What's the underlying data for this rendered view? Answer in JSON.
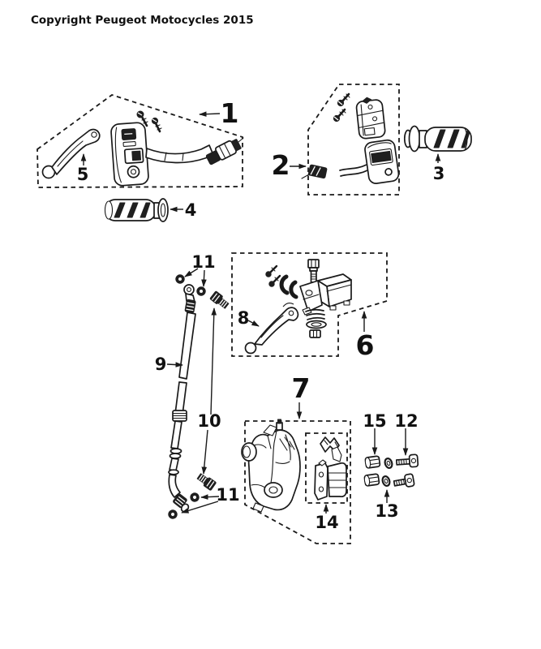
{
  "header": {
    "copyright": "Copyright Peugeot Motocycles 2015"
  },
  "colors": {
    "background": "#ffffff",
    "line": "#1a1a1a",
    "text": "#111111"
  },
  "callouts": [
    {
      "label": "1"
    },
    {
      "label": "2"
    },
    {
      "label": "3"
    },
    {
      "label": "4"
    },
    {
      "label": "5"
    },
    {
      "label": "6"
    },
    {
      "label": "7"
    },
    {
      "label": "8"
    },
    {
      "label": "9"
    },
    {
      "label": "10"
    },
    {
      "label": "11"
    },
    {
      "label": "11"
    },
    {
      "label": "12"
    },
    {
      "label": "13"
    },
    {
      "label": "14"
    },
    {
      "label": "15"
    }
  ]
}
